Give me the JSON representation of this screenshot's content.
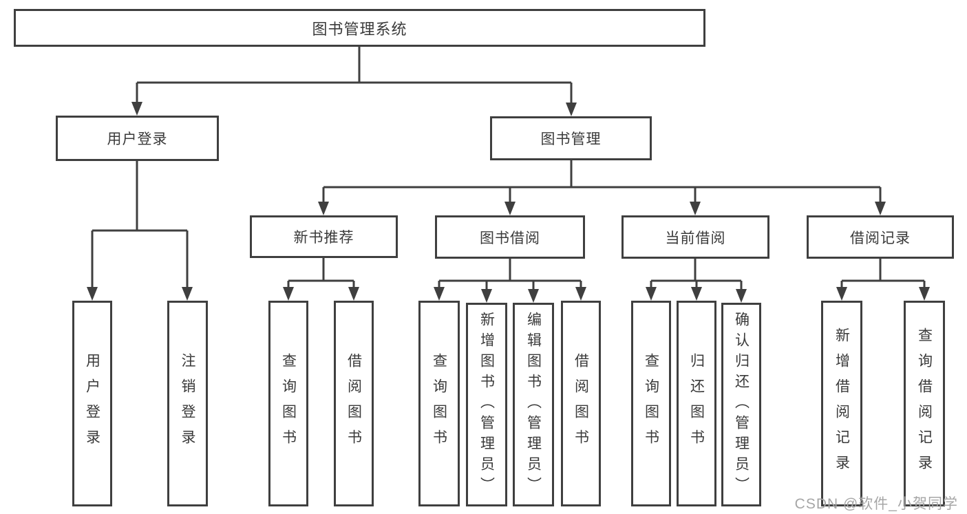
{
  "nodes": {
    "root": "图书管理系统",
    "user_login": "用户登录",
    "book_mgmt": "图书管理",
    "new_books": "新书推荐",
    "book_borrow": "图书借阅",
    "current_borrow": "当前借阅",
    "borrow_records": "借阅记录"
  },
  "leaves": {
    "user_login": [
      "用户登录",
      "注销登录"
    ],
    "new_books": [
      "查询图书",
      "借阅图书"
    ],
    "book_borrow": [
      "查询图书",
      "新增图书（管理员）",
      "编辑图书（管理员）",
      "借阅图书"
    ],
    "current_borrow": [
      "查询图书",
      "归还图书",
      "确认归还（管理员）"
    ],
    "borrow_records": [
      "新增借阅记录",
      "查询借阅记录"
    ]
  },
  "watermark": "CSDN @软件_小贺同学",
  "colors": {
    "line": "#3f3f3f",
    "text": "#3a3a3a",
    "background": "#ffffff",
    "watermark": "#a6a6a6"
  }
}
